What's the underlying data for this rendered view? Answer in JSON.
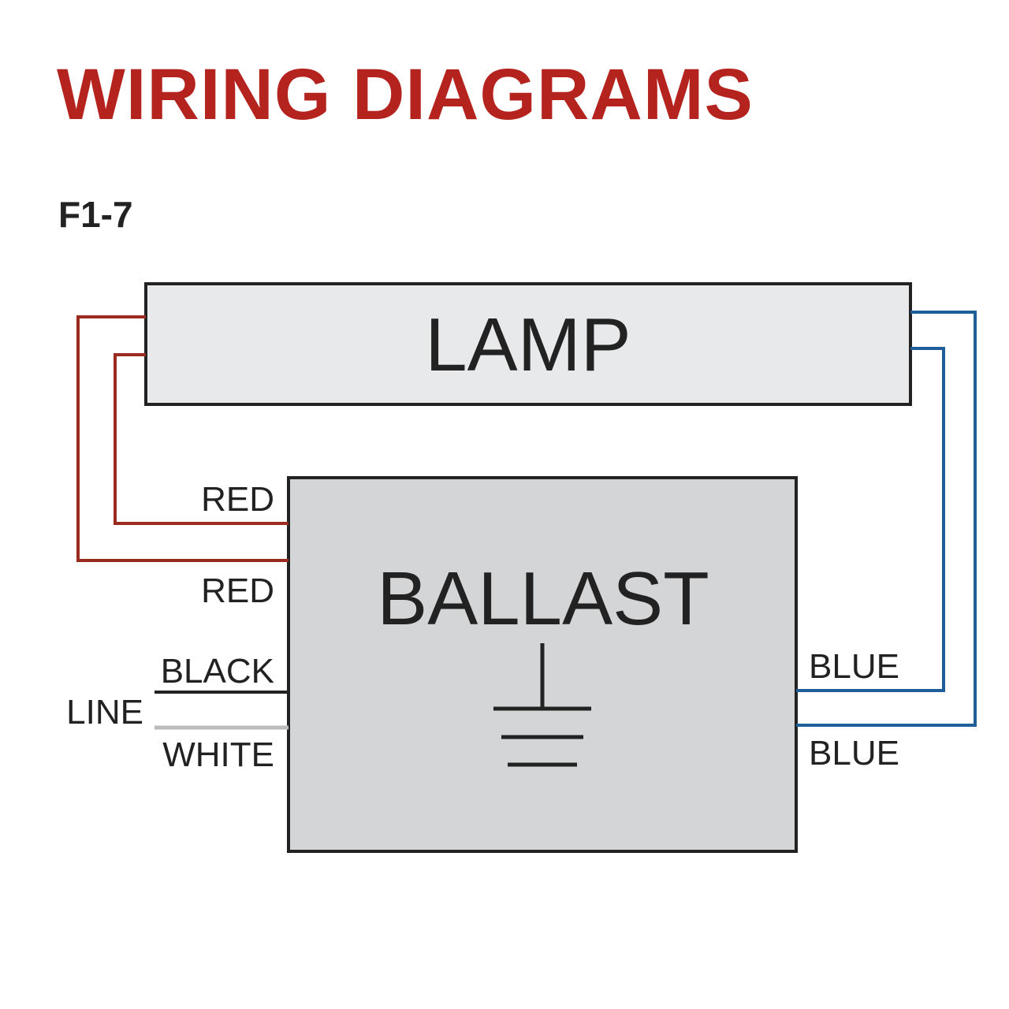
{
  "header": {
    "title": "WIRING DIAGRAMS",
    "diagram_id": "F1-7"
  },
  "diagram": {
    "lamp_label": "LAMP",
    "ballast_label": "BALLAST",
    "wire_labels": {
      "red_1": "RED",
      "red_2": "RED",
      "black": "BLACK",
      "line": "LINE",
      "white": "WHITE",
      "blue_1": "BLUE",
      "blue_2": "BLUE"
    },
    "colors": {
      "title": "#b5231e",
      "red_wire": "#9b2a1f",
      "blue_wire": "#1f5f99",
      "black_wire": "#222222",
      "white_wire": "#bbbbbb",
      "lamp_fill": "#e8e9ea",
      "ballast_fill": "#d4d5d7"
    }
  }
}
